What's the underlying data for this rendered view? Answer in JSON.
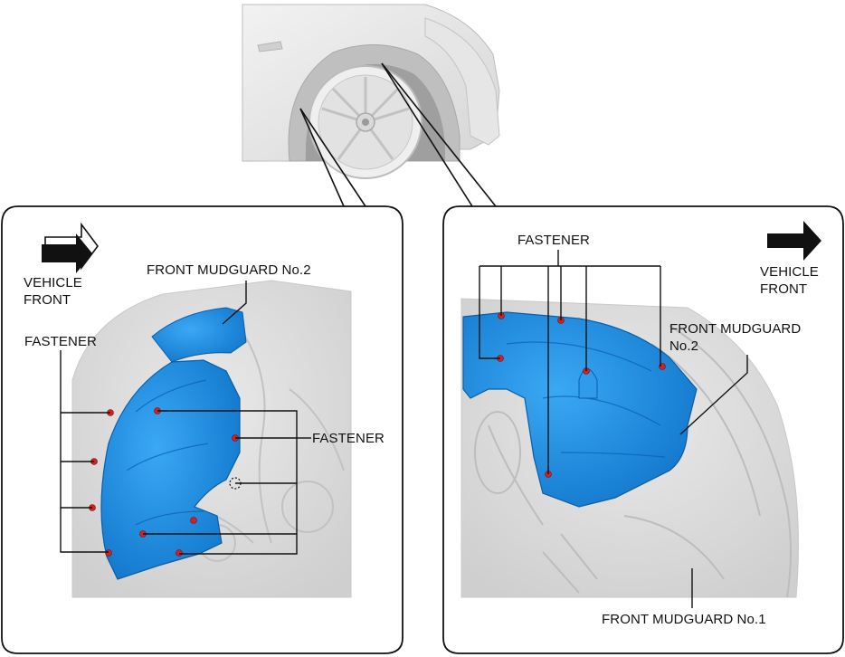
{
  "left_panel": {
    "vehicle_front": "VEHICLE\nFRONT",
    "front_mudguard_no2": "FRONT MUDGUARD No.2",
    "fastener_left": "FASTENER",
    "fastener_right": "FASTENER"
  },
  "right_panel": {
    "fastener": "FASTENER",
    "vehicle_front": "VEHICLE\nFRONT",
    "front_mudguard_no2": "FRONT MUDGUARD\nNo.2",
    "front_mudguard_no1": "FRONT MUDGUARD No.1"
  },
  "colors": {
    "mudguard_blue": "#1a8fe6",
    "fastener_red": "#d62020",
    "outline": "#111111",
    "body_grey": "#dedede"
  }
}
